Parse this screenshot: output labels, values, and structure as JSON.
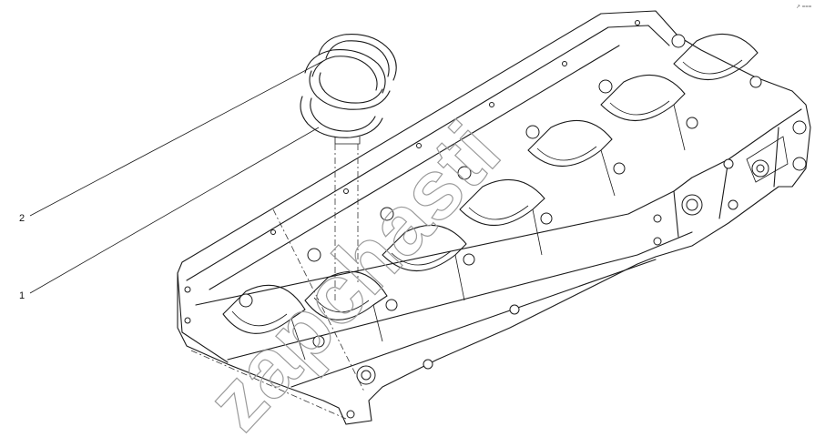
{
  "callouts": [
    {
      "label": "2"
    },
    {
      "label": "1"
    }
  ],
  "corner_mark": "↗ ===",
  "watermark": "zapchasti"
}
